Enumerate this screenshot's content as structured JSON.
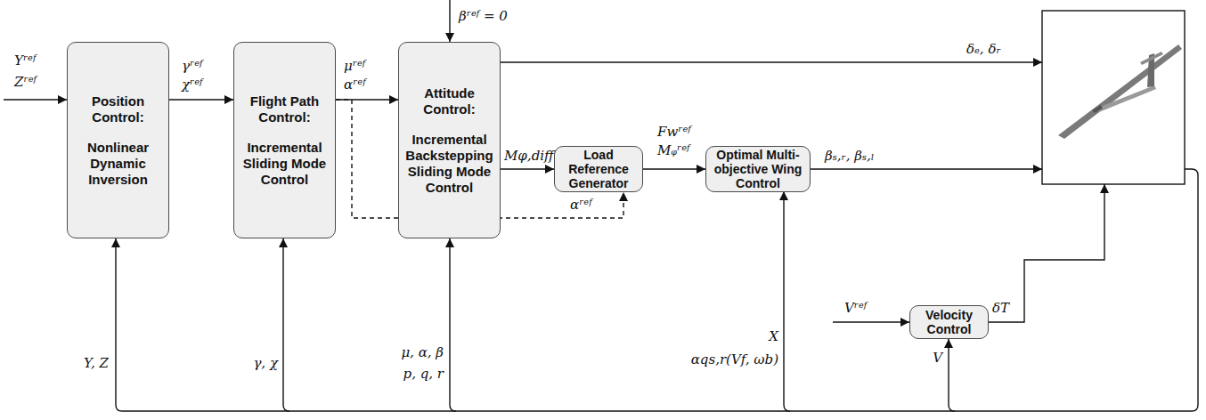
{
  "diagram": {
    "nodes": [
      {
        "text": [
          "Position Control:",
          "Nonlinear Dynamic Inversion"
        ]
      },
      {
        "text": [
          "Flight Path Control:",
          "Incremental Sliding Mode Control"
        ]
      },
      {
        "text": [
          "Attitude Control:",
          "Incremental Backstepping Sliding Mode Control"
        ]
      },
      {
        "text": [
          "Load Reference Generator"
        ]
      },
      {
        "text": [
          "Optimal Multi-objective Wing Control"
        ]
      },
      {
        "text": [
          "Velocity Control"
        ]
      }
    ],
    "edges": [
      {
        "from": 0,
        "to": 1,
        "arrow": "to",
        "label": "γʳᵉᶠ χʳᵉᶠ"
      },
      {
        "from": 1,
        "to": 2,
        "arrow": "to",
        "label": "μʳᵉᶠ αʳᵉᶠ"
      },
      {
        "from": 2,
        "to": 3,
        "arrow": "to",
        "label": "Mφ,diff"
      },
      {
        "from": 3,
        "to": 4,
        "arrow": "to",
        "label": "Fwʳᵉᶠ Mᵩʳᵉᶠ"
      },
      {
        "from": 1,
        "to": 3,
        "arrow": "to",
        "label": "αʳᵉᶠ"
      }
    ],
    "labels": [
      "Yʳᵉᶠ",
      "Zʳᵉᶠ",
      "βʳᵉᶠ = 0",
      "δₑ, δᵣ",
      "βₛ,ᵣ, βₛ,ₗ",
      "Vʳᵉᶠ",
      "δT",
      "Y, Z",
      "γ, χ",
      "μ, α, β",
      "p, q, r",
      "X",
      "αqs,r(Vf, ωb)",
      "V"
    ]
  }
}
